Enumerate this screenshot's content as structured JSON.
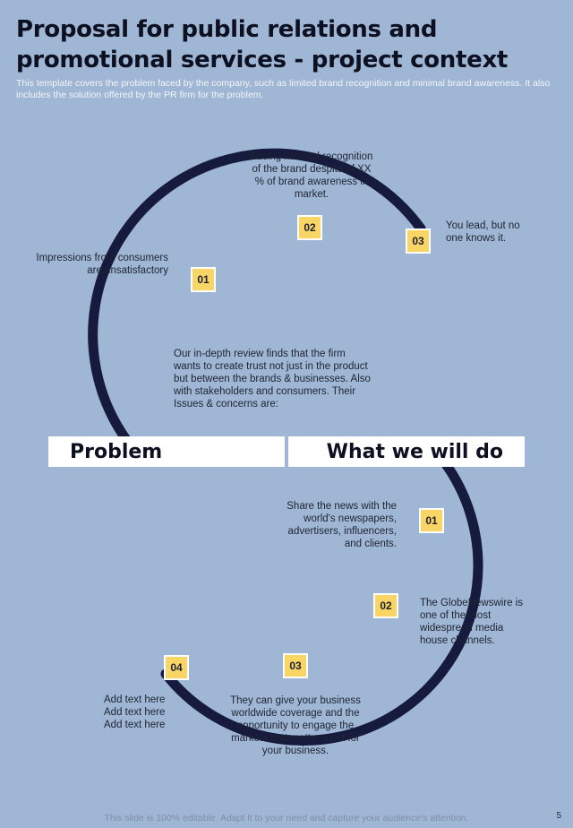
{
  "header": {
    "title": "Proposal for public relations and promotional services - project context",
    "subtitle": "This template covers the problem faced by the company, such as limited brand recognition and minimal brand awareness. It also includes the solution offered by the PR firm for the problem."
  },
  "colors": {
    "background": "#9fb6d4",
    "ring": "#161a3d",
    "badge": "#f9d566"
  },
  "problem": {
    "label": "Problem",
    "intro": "Our in-depth review finds that the firm wants to create trust not just in the product but between the brands & businesses. Also with stakeholders and consumers. Their Issues & concerns are:",
    "items": [
      {
        "num": "01",
        "text": "Impressions from consumers are unsatisfactory"
      },
      {
        "num": "02",
        "text": "Facing minimal recognition of the brand despite of XX % of brand awareness in market."
      },
      {
        "num": "03",
        "text": "You lead, but no one knows it."
      }
    ]
  },
  "solution": {
    "label": "What we will do",
    "items": [
      {
        "num": "01",
        "text": "Share the news with the world's newspapers, advertisers, influencers, and clients."
      },
      {
        "num": "02",
        "text": "The GlobeNewswire is one of the most widespread media house channels."
      },
      {
        "num": "03",
        "text": "They can give your business worldwide coverage and the opportunity to engage the markets that matter most for your business."
      },
      {
        "num": "04",
        "text": "Add text here Add text here Add text here"
      }
    ]
  },
  "footer": {
    "note": "This slide is 100% editable. Adapt it to your need and capture your audience's attention.",
    "page": "5"
  }
}
